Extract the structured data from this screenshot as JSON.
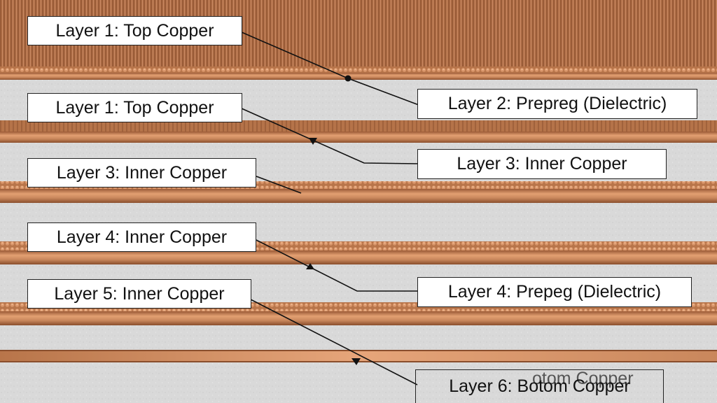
{
  "colors": {
    "copper": "#b8754a",
    "copper_dark": "#8a4e2c",
    "copper_light": "#e8a576",
    "prepreg": "#d7d7d7",
    "leader": "#111111"
  },
  "labels": {
    "left_1": "Layer 1: Top Copper",
    "left_2": "Layer 1: Top Copper",
    "left_3": "Layer 3: Inner Copper",
    "left_4": "Layer 4: Inner Copper",
    "left_5": "Layer 5: Inner Copper",
    "right_1": "Layer 2: Prepreg (Dielectric)",
    "right_2": "Layer 3: Inner Copper",
    "right_3": "Layer 4: Prepeg (Dielectric)",
    "right_4": "Layer 6: Botom Copper",
    "ghost_text": "otom Copper"
  },
  "leader_markers": [
    "dot",
    "arrow",
    "none",
    "arrow",
    "arrow"
  ]
}
